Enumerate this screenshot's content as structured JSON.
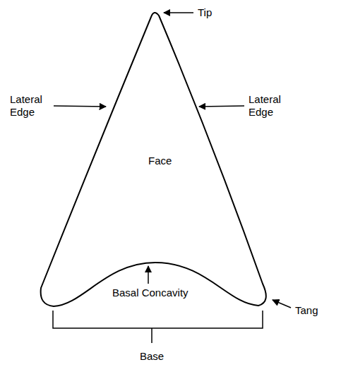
{
  "diagram": {
    "labels": [
      "Tip",
      "Lateral Edge",
      "Lateral Edge",
      "Face",
      "Basal Concavity",
      "Tang",
      "Base"
    ]
  }
}
